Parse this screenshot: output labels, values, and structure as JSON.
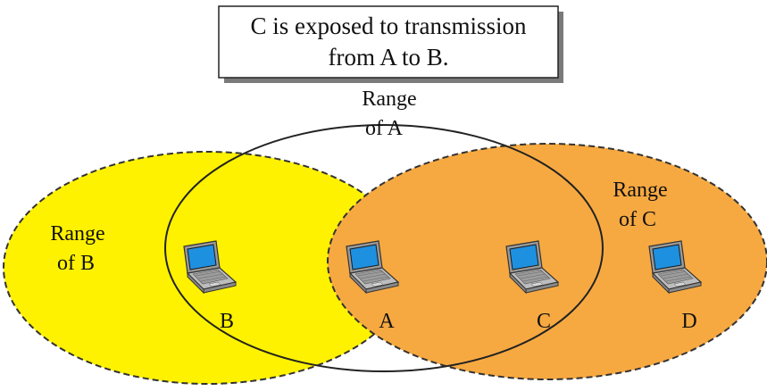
{
  "callout": {
    "line1": "C is exposed to transmission",
    "line2": "from A to B."
  },
  "ranges": {
    "a": {
      "line1": "Range",
      "line2": "of A"
    },
    "b": {
      "line1": "Range",
      "line2": "of B",
      "color": "#FFF200"
    },
    "c": {
      "line1": "Range",
      "line2": "of C",
      "color": "#F7A941"
    }
  },
  "stations": {
    "a": {
      "label": "A",
      "icon": "laptop-icon"
    },
    "b": {
      "label": "B",
      "icon": "laptop-icon"
    },
    "c": {
      "label": "C",
      "icon": "laptop-icon"
    },
    "d": {
      "label": "D",
      "icon": "laptop-icon"
    }
  },
  "colors": {
    "laptop_screen": "#1E90E0",
    "laptop_body": "#A8A8A8"
  }
}
